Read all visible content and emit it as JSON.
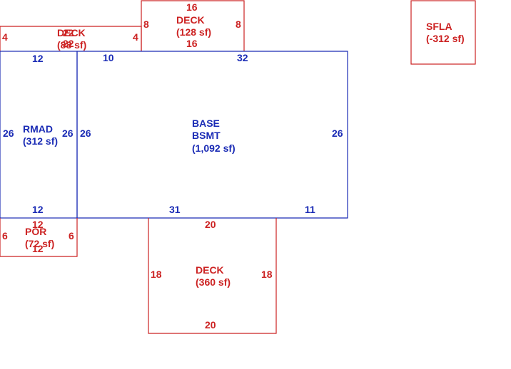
{
  "colors": {
    "red": "#cc2222",
    "blue": "#1a2bb5"
  },
  "sfla": {
    "name": "SFLA",
    "area": "(-312 sf)"
  },
  "deck_top_left": {
    "name": "DECK",
    "area": "(88 sf)",
    "left": "4",
    "right": "4",
    "top": "22",
    "bottom": "22"
  },
  "deck_top": {
    "name": "DECK",
    "area": "(128 sf)",
    "top": "16",
    "bottom": "16",
    "left": "8",
    "right": "8"
  },
  "rmad": {
    "name": "RMAD",
    "area": "(312 sf)",
    "top": "12",
    "bottom": "12",
    "left": "26",
    "right": "26"
  },
  "base": {
    "name1": "BASE",
    "name2": "BSMT",
    "area": "(1,092 sf)",
    "top_left": "10",
    "top_right": "32",
    "left": "26",
    "right": "26",
    "bottom_left": "31",
    "bottom_right": "11"
  },
  "por": {
    "name": "POR",
    "area": "(72 sf)",
    "top": "12",
    "bottom": "12",
    "left": "6",
    "right": "6"
  },
  "deck_bottom": {
    "name": "DECK",
    "area": "(360 sf)",
    "top": "20",
    "bottom": "20",
    "left": "18",
    "right": "18"
  }
}
